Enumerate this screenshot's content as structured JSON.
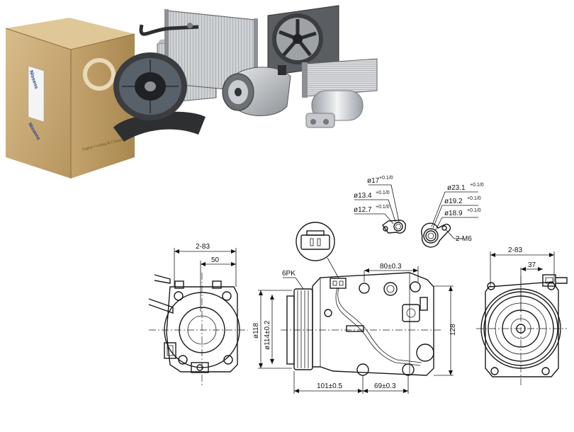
{
  "product_photo": {
    "box_brand": "Nissens",
    "box_side_text": "Engine Cooling & Climate",
    "components": [
      "box",
      "blower-motor",
      "evaporator",
      "condenser",
      "radiator-fan",
      "compressor",
      "heater-core",
      "receiver-drier"
    ]
  },
  "drawing": {
    "port_labels": {
      "d17": "ø17",
      "d17_tol": "+0.1/0",
      "d13_4": "ø13.4",
      "d13_4_tol": "+0.1/0",
      "d12_7": "ø12.7",
      "d12_7_tol": "+0.1/0",
      "d23_1": "ø23.1",
      "d23_1_tol": "+0.1/0",
      "d19_2": "ø19.2",
      "d19_2_tol": "+0.1/0",
      "d18_9": "ø18.9",
      "d18_9_tol": "+0.1/0",
      "thread": "2-M6"
    },
    "rear_view": {
      "holes": "2-83",
      "offset": "50"
    },
    "side_view": {
      "belt": "6PK",
      "pulley_dia": "ø118",
      "body_dia": "ø114±0.2",
      "top_offset": "80±0.3",
      "height": "128",
      "length_a": "101±0.5",
      "length_b": "69±0.3"
    },
    "front_view": {
      "holes": "2-83",
      "offset": "37"
    }
  },
  "colors": {
    "line": "#1a1a1a",
    "box": "#c9a874",
    "metal": "#b9bcc0"
  }
}
